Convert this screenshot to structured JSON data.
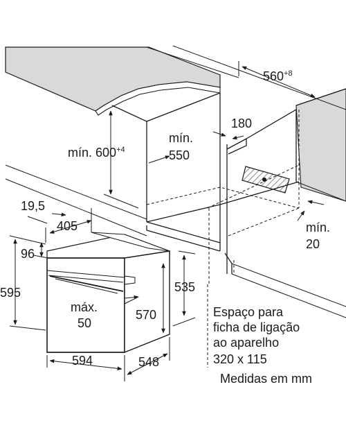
{
  "dimensions": {
    "niche_depth": {
      "value": "560",
      "tolerance": "+8"
    },
    "niche_height": {
      "prefix": "mín.",
      "value": "600",
      "tolerance": "+4"
    },
    "niche_width_min": {
      "line1": "mín.",
      "line2": "550"
    },
    "rear_gap": "180",
    "side_gap_min": {
      "line1": "mín.",
      "line2": "20"
    },
    "front_offset": "19,5",
    "fixing_width": "405",
    "panel_height": "96",
    "oven_front_height": "595",
    "oven_body_height": "535",
    "oven_body_height_2": "570",
    "opening_max": {
      "line1": "máx.",
      "line2": "50"
    },
    "oven_width": "594",
    "oven_depth": "548"
  },
  "notes": {
    "plug_space": [
      "Espaço para",
      "ficha de ligação",
      "ao aparelho",
      "320 x 115"
    ],
    "units": "Medidas em mm"
  }
}
